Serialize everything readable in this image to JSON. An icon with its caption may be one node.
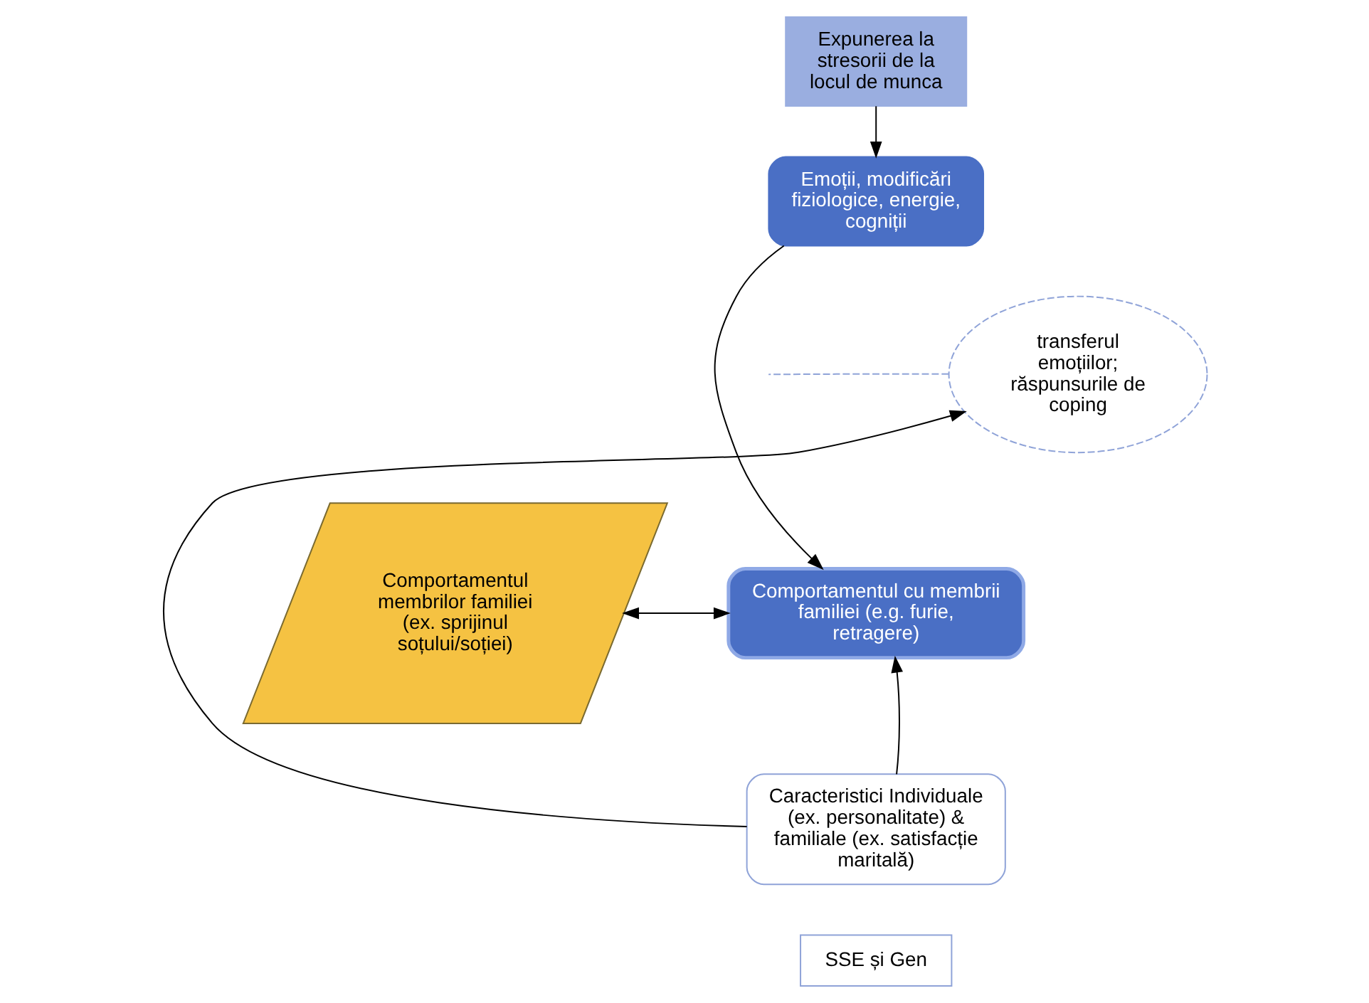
{
  "diagram": {
    "nodes": [
      {
        "text": [
          "Expunerea la stresorii de la locul de munca"
        ]
      },
      {
        "text": [
          "Emoții, modificări fiziologice, energie, cogniții"
        ]
      },
      {
        "text": [
          "transferul emoțiilor; răspunsurile de coping"
        ]
      },
      {
        "text": [
          "Comportamentul membrilor familiei (ex. sprijinul soțului/soției)"
        ]
      },
      {
        "text": [
          "Comportamentul cu membrii familiei (e.g. furie, retragere)"
        ]
      },
      {
        "text": [
          "Caracteristici Individuale (ex. personalitate) & familiale (ex. satisfacție maritală)"
        ]
      },
      {
        "text": [
          "SSE și Gen"
        ]
      }
    ],
    "edges": [
      {
        "from": 0,
        "to": 1,
        "arrow": "to"
      },
      {
        "from": 1,
        "to": 4,
        "arrow": "to"
      },
      {
        "from": 2,
        "to": null,
        "arrow": "none",
        "style": "dashed",
        "color": "#8fa3d8"
      },
      {
        "from": 3,
        "to": 4,
        "arrow": "both"
      },
      {
        "from": 5,
        "to": 4,
        "arrow": "to"
      },
      {
        "from": 5,
        "to": 2,
        "arrow": "to"
      }
    ]
  }
}
